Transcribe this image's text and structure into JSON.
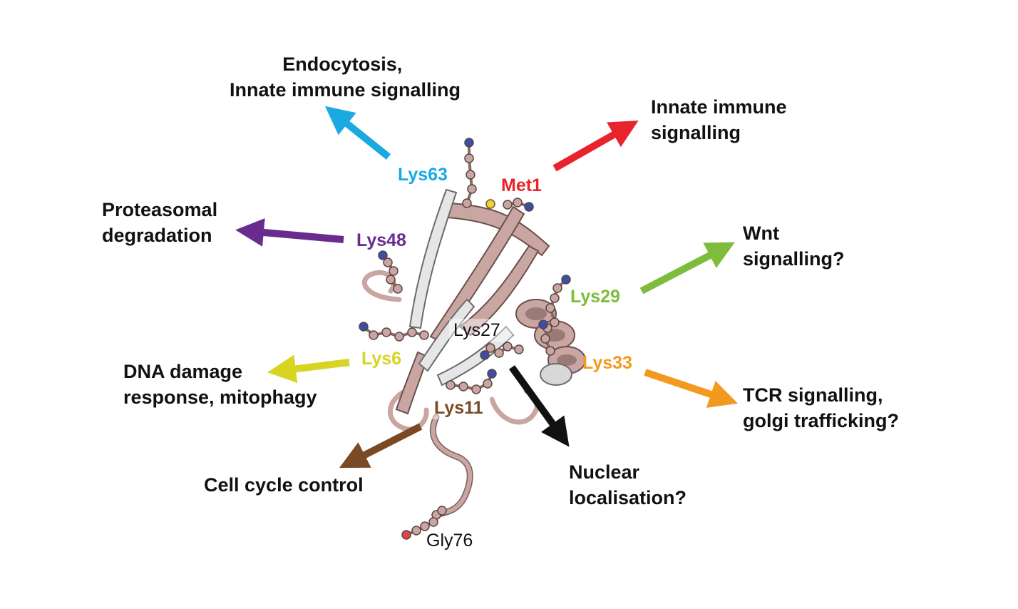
{
  "residues": {
    "lys63": {
      "label": "Lys63",
      "color": "#1ba9e1"
    },
    "met1": {
      "label": "Met1",
      "color": "#e8232b"
    },
    "lys48": {
      "label": "Lys48",
      "color": "#6a2b8e"
    },
    "lys29": {
      "label": "Lys29",
      "color": "#7dbd3b"
    },
    "lys27": {
      "label": "Lys27",
      "color": "#111111"
    },
    "lys6": {
      "label": "Lys6",
      "color": "#d7d521"
    },
    "lys33": {
      "label": "Lys33",
      "color": "#f39a1e"
    },
    "lys11": {
      "label": "Lys11",
      "color": "#7a4a24"
    },
    "gly76": {
      "label": "Gly76",
      "color": "#111111"
    }
  },
  "functions": {
    "lys63": [
      "Endocytosis,",
      "Innate immune signalling"
    ],
    "met1": [
      "Innate immune",
      "signalling"
    ],
    "lys48": [
      "Proteasomal",
      "degradation"
    ],
    "lys29": [
      "Wnt",
      "signalling?"
    ],
    "lys6": [
      "DNA damage",
      "response, mitophagy"
    ],
    "lys33": [
      "TCR signalling,",
      "golgi trafficking?"
    ],
    "lys11": [
      "Cell cycle control"
    ],
    "lys27": [
      "Nuclear",
      "localisation?"
    ]
  },
  "structure": {
    "ribbon_color": "#c9a6a2",
    "sheet_color": "#e6e6e6",
    "nitrogen_color": "#3a4fa8",
    "oxygen_color": "#e0454a",
    "sulfur_color": "#f1d13a"
  }
}
